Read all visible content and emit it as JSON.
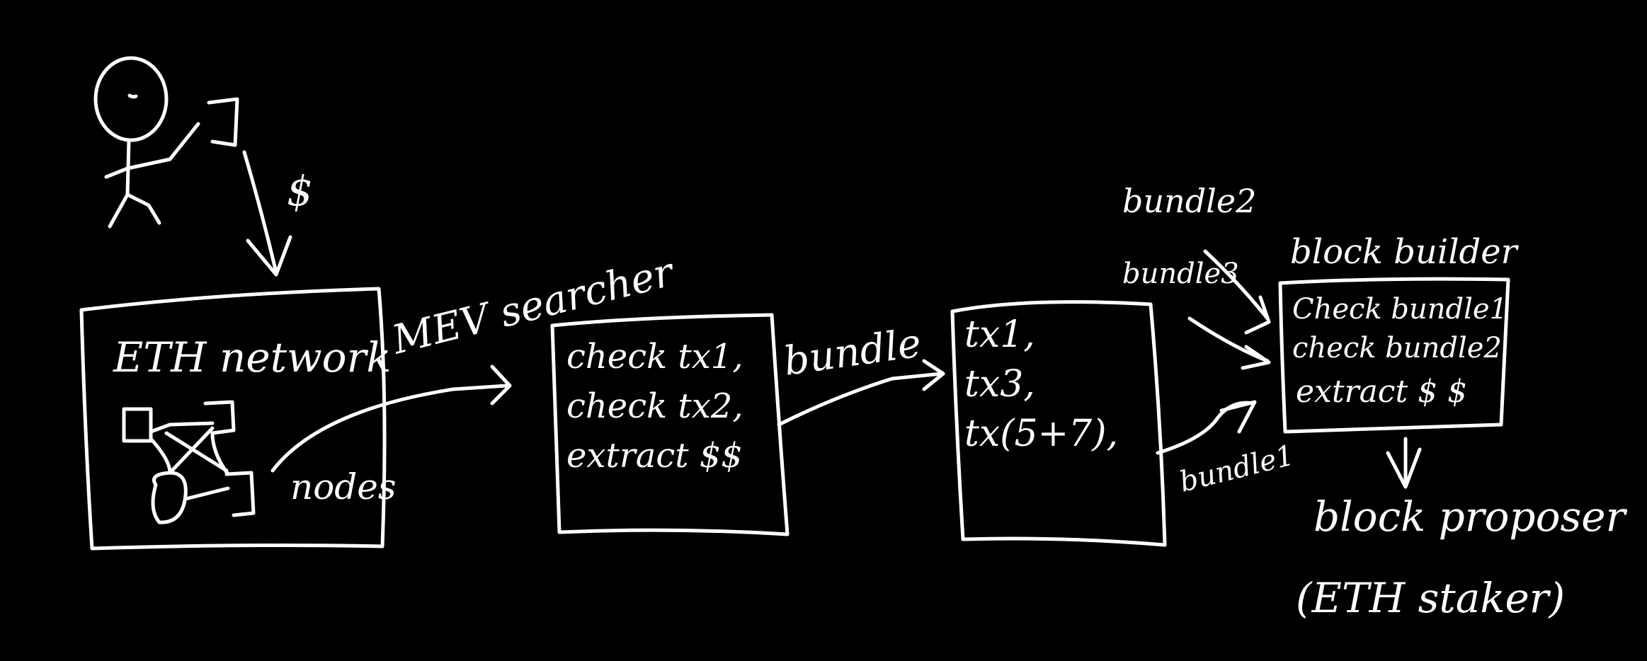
{
  "colors": {
    "background": "#000000",
    "ink": "#ffffff"
  },
  "user": {
    "payment_label": "$"
  },
  "eth_network": {
    "title": "ETH network",
    "nodes_label": "nodes"
  },
  "mev_searcher": {
    "title": "MEV searcher",
    "lines": [
      "check tx1,",
      "check tx2,",
      "extract $$"
    ]
  },
  "bundle_arrow_label": "bundle",
  "bundle_box": {
    "lines": [
      "tx1,",
      "tx3,",
      "tx(5+7),"
    ]
  },
  "bundle1_label": "bundle1",
  "incoming_bundles": [
    "bundle2",
    "bundle3"
  ],
  "block_builder": {
    "title": "block builder",
    "lines": [
      "Check bundle1",
      "check bundle2",
      "extract $ $"
    ]
  },
  "block_proposer": {
    "title": "block proposer",
    "subtitle": "(ETH staker)"
  }
}
